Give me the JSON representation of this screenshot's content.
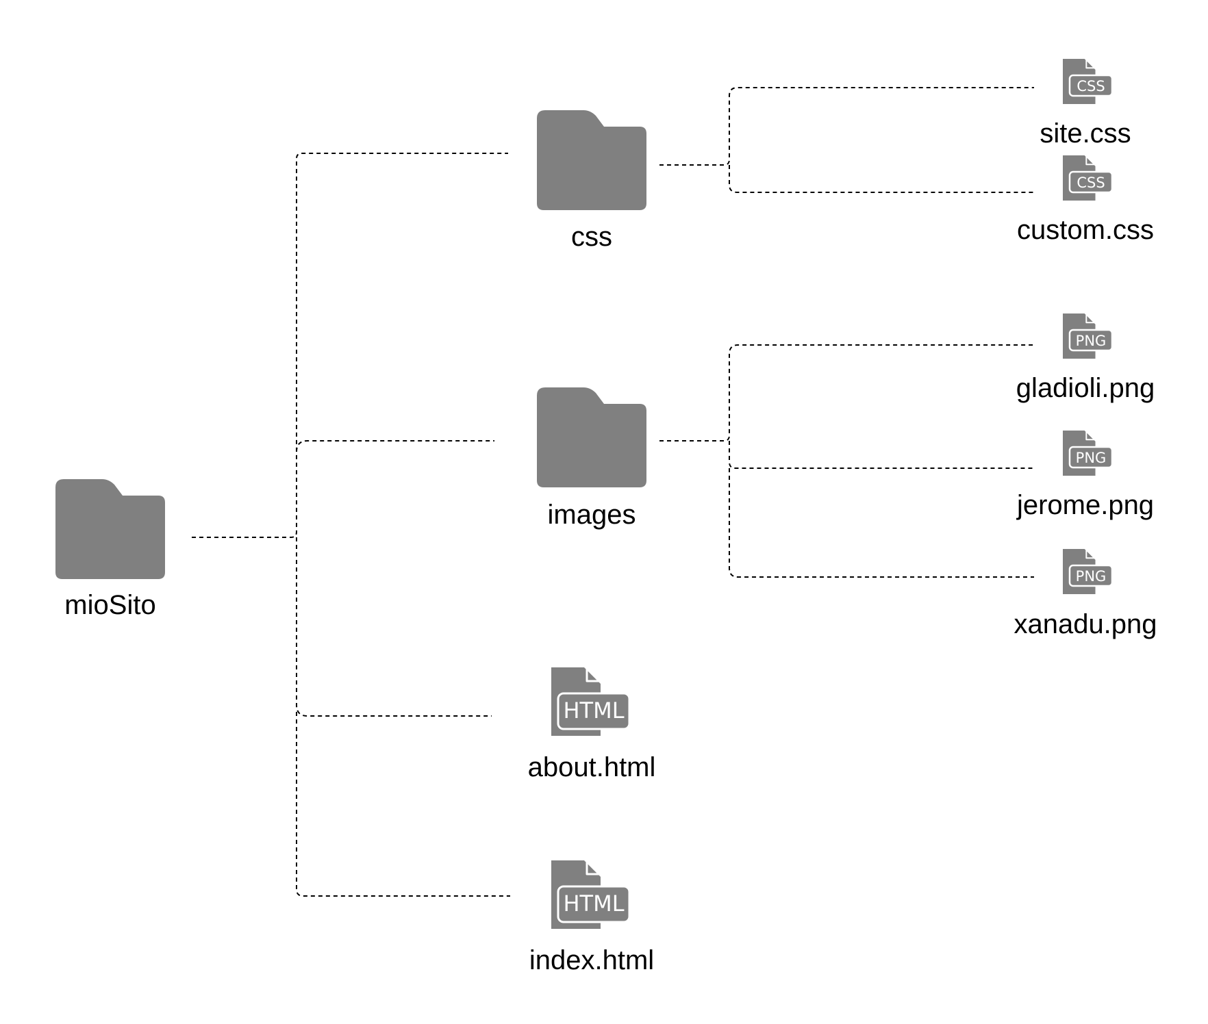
{
  "diagram": {
    "colors": {
      "icon_fill": "#808080",
      "connector": "#000000",
      "text": "#000000",
      "background": "#ffffff"
    },
    "nodes": {
      "root": {
        "label": "mioSito",
        "icon": "folder-icon"
      },
      "css": {
        "label": "css",
        "icon": "folder-icon"
      },
      "images": {
        "label": "images",
        "icon": "folder-icon"
      },
      "about": {
        "label": "about.html",
        "icon": "html-file-icon",
        "badge": "HTML"
      },
      "index": {
        "label": "index.html",
        "icon": "html-file-icon",
        "badge": "HTML"
      },
      "site_css": {
        "label": "site.css",
        "icon": "css-file-icon",
        "badge": "CSS"
      },
      "custom_css": {
        "label": "custom.css",
        "icon": "css-file-icon",
        "badge": "CSS"
      },
      "gladioli": {
        "label": "gladioli.png",
        "icon": "png-file-icon",
        "badge": "PNG"
      },
      "jerome": {
        "label": "jerome.png",
        "icon": "png-file-icon",
        "badge": "PNG"
      },
      "xanadu": {
        "label": "xanadu.png",
        "icon": "png-file-icon",
        "badge": "PNG"
      }
    },
    "edges": [
      [
        "root",
        "css"
      ],
      [
        "root",
        "images"
      ],
      [
        "root",
        "about"
      ],
      [
        "root",
        "index"
      ],
      [
        "css",
        "site_css"
      ],
      [
        "css",
        "custom_css"
      ],
      [
        "images",
        "gladioli"
      ],
      [
        "images",
        "jerome"
      ],
      [
        "images",
        "xanadu"
      ]
    ]
  }
}
